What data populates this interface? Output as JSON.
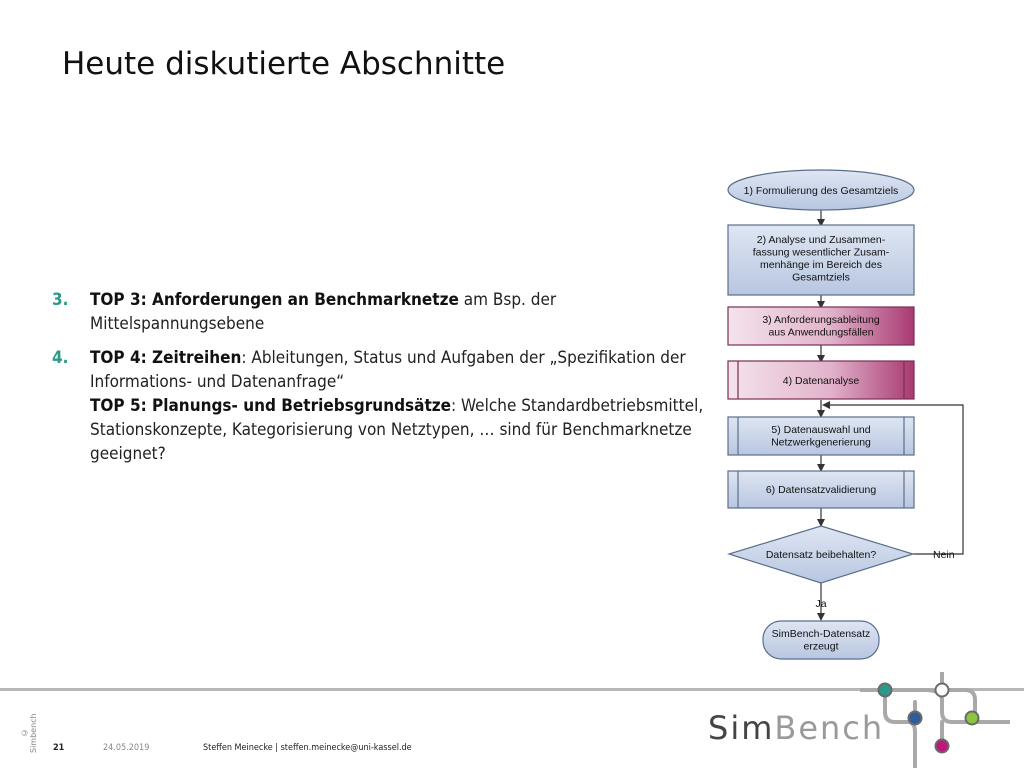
{
  "slide": {
    "title": "Heute diskutierte Abschnitte"
  },
  "agenda": {
    "items": [
      {
        "number": "3.",
        "lines": [
          {
            "bold": "TOP 3: Anforderungen an Benchmarknetze",
            "text": " am Bsp. der"
          },
          {
            "bold": "",
            "text": "Mittelspannungsebene"
          }
        ]
      },
      {
        "number": "4.",
        "lines": [
          {
            "bold": "TOP 4: Zeitreihen",
            "text": ": Ableitungen, Status und Aufgaben der „Spezifikation der"
          },
          {
            "bold": "",
            "text": "Informations- und Datenanfrage“"
          },
          {
            "bold": "TOP 5: Planungs- und Betriebsgrundsätze",
            "text": ": Welche Standardbetriebsmittel,"
          },
          {
            "bold": "",
            "text": "Stationskonzepte, Kategorisierung von Netztypen, … sind für Benchmarknetze"
          },
          {
            "bold": "",
            "text": "geeignet?"
          }
        ]
      }
    ]
  },
  "flowchart": {
    "start": [
      "1) Formulierung des Gesamtziels"
    ],
    "step2": [
      "2) Analyse und Zusammen-",
      "fassung wesentlicher Zusam-",
      "menhänge im Bereich des",
      "Gesamtziels"
    ],
    "step3": [
      "3) Anforderungsableitung",
      "aus Anwendungsfällen"
    ],
    "step4": [
      "4) Datenanalyse"
    ],
    "step5": [
      "5) Datenauswahl und",
      "Netzwerkgenerierung"
    ],
    "step6": [
      "6) Datensatzvalidierung"
    ],
    "decision": "Datensatz beibehalten?",
    "no_label": "Nein",
    "yes_label": "Ja",
    "end": [
      "SimBench-Datensatz",
      "erzeugt"
    ],
    "colors": {
      "blue_fill": "#ccd6ea",
      "blue_stroke": "#5a6f8c",
      "magenta_fill": "#b5467d",
      "magenta_light": "#f3dde8"
    }
  },
  "footer": {
    "copyright": "© Simbench",
    "page_number": "21",
    "date": "24.05.2019",
    "author": "Steffen Meinecke | steffen.meinecke@uni-kassel.de"
  },
  "logo": {
    "sim": "Sim",
    "bench": "Bench",
    "node_colors": [
      "#2c9a8a",
      "#ffffff",
      "#2f5d9c",
      "#8cc63f",
      "#c0177a"
    ]
  }
}
